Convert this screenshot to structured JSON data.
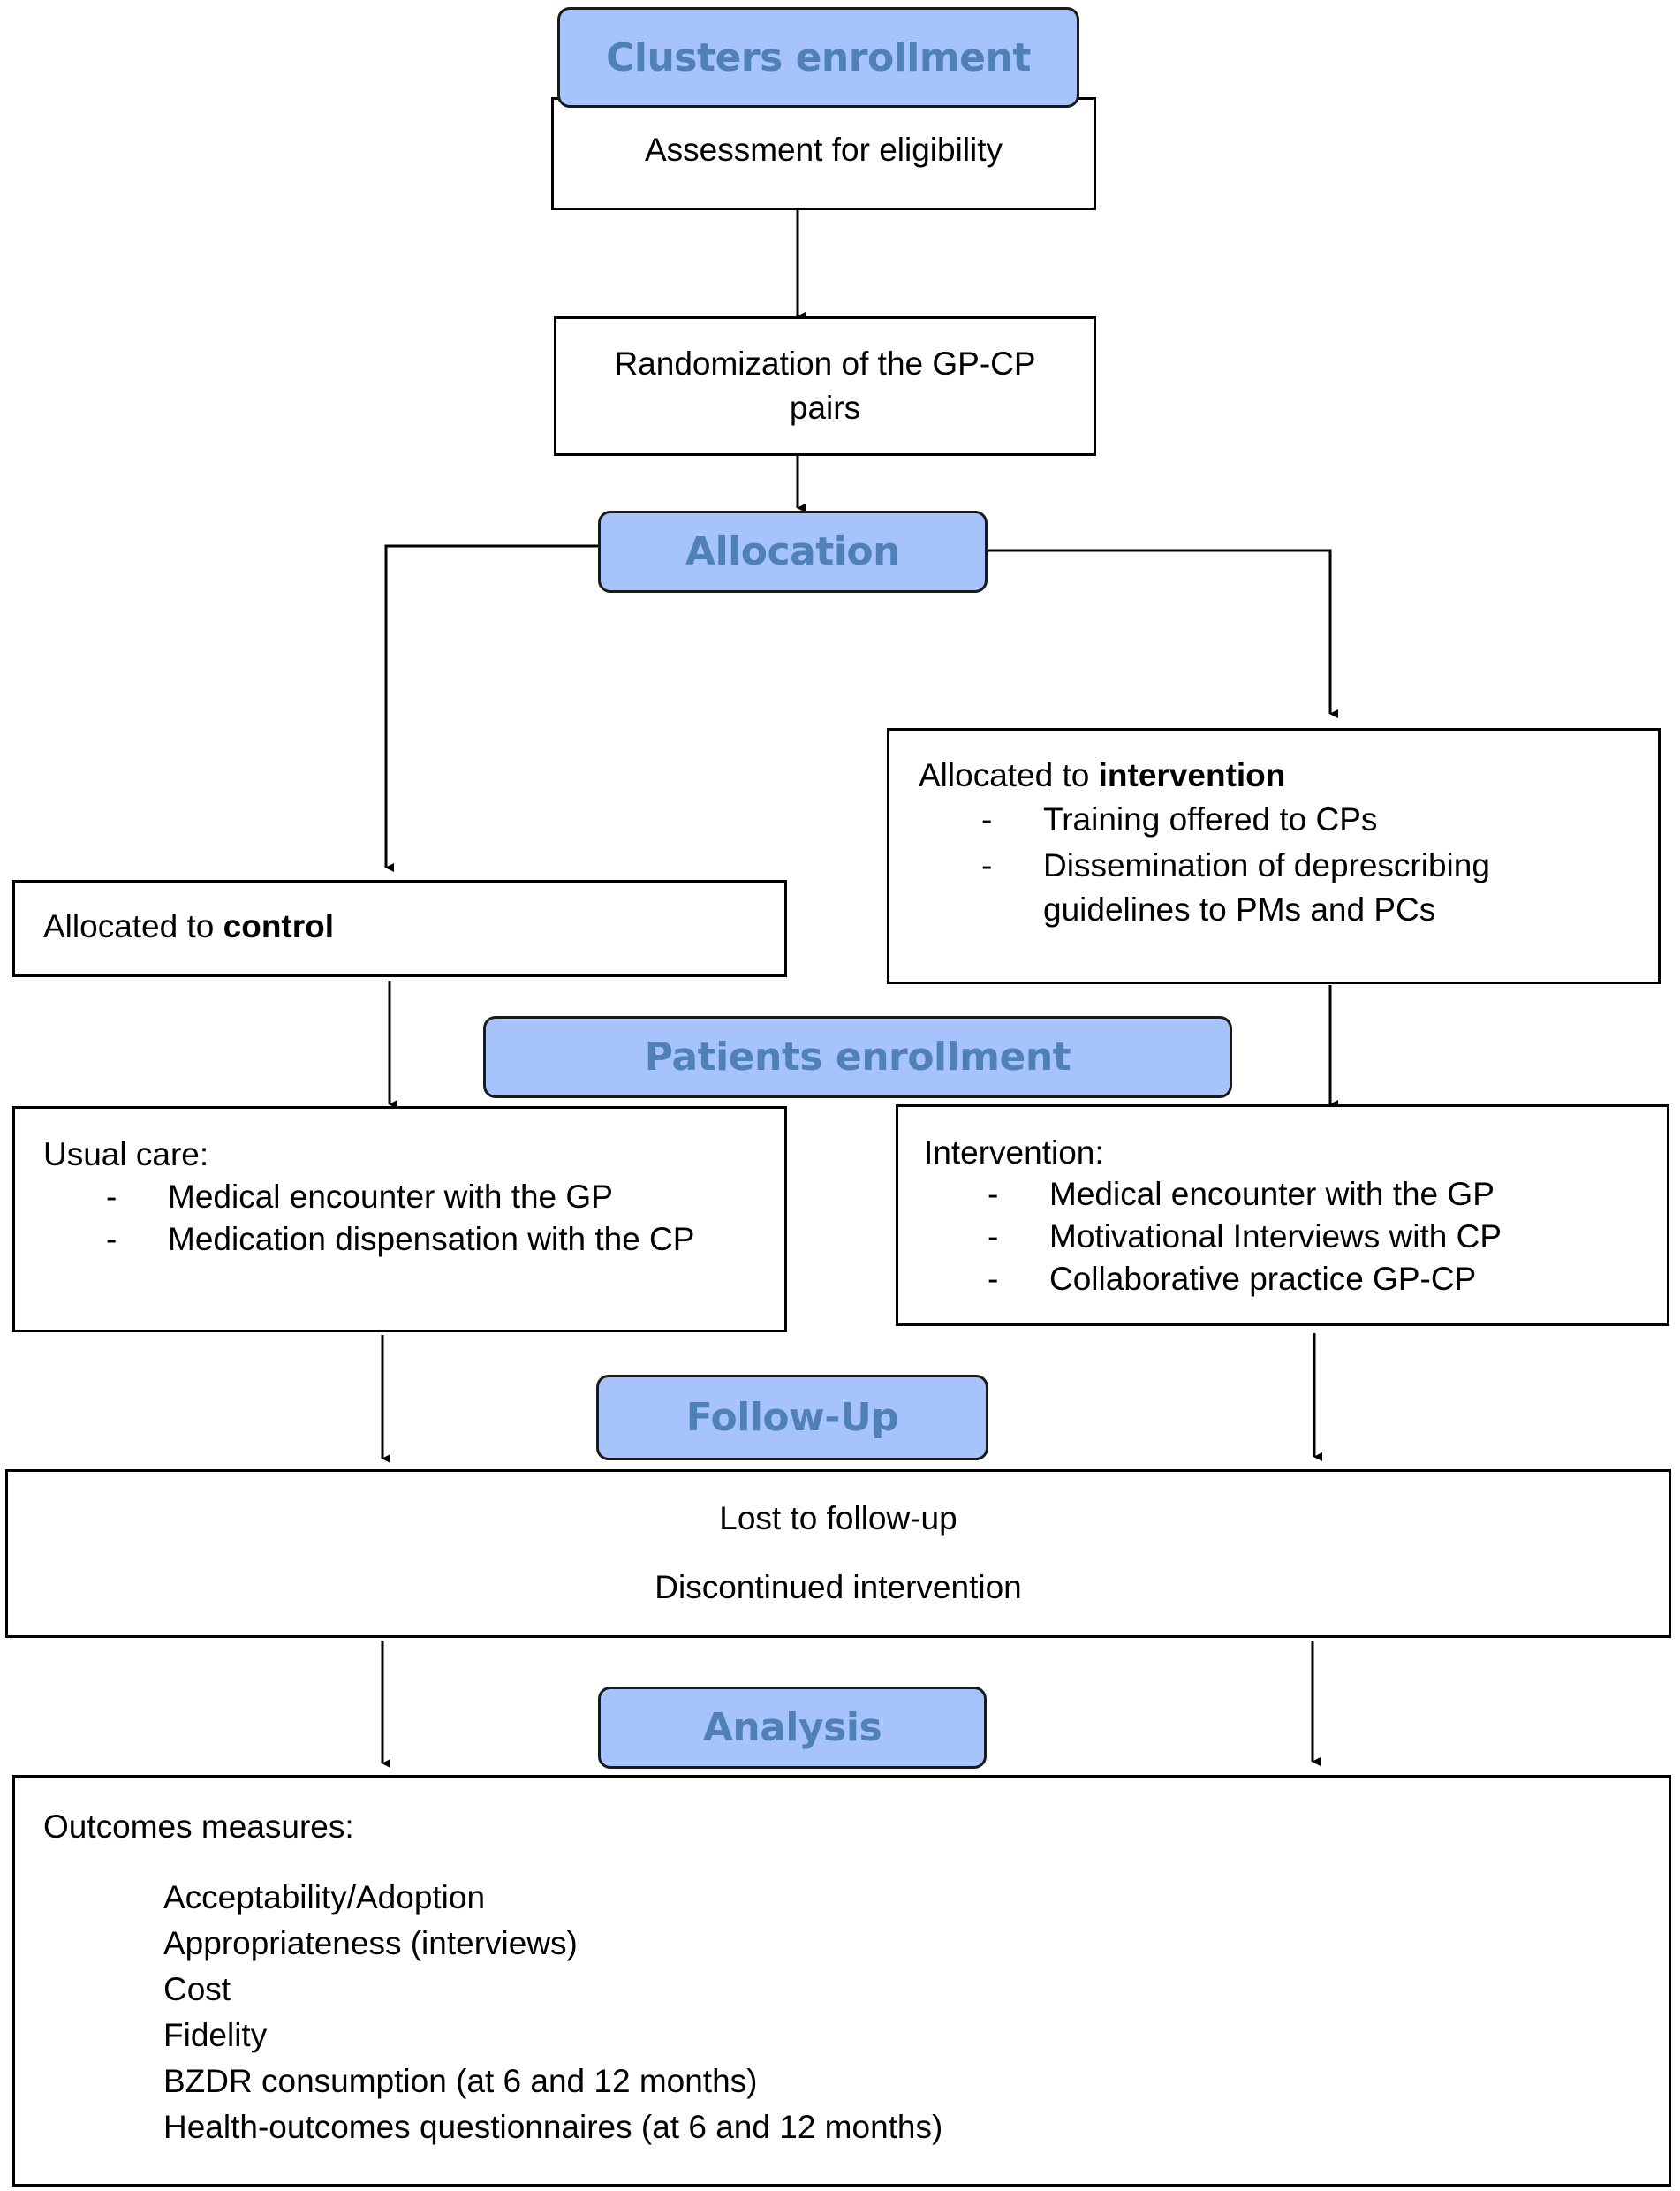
{
  "stages": {
    "clusters_enrollment": "Clusters enrollment",
    "allocation": "Allocation",
    "patients_enrollment": "Patients enrollment",
    "follow_up": "Follow-Up",
    "analysis": "Analysis"
  },
  "assessment": "Assessment for eligibility",
  "randomization": [
    "Randomization of the GP-CP",
    "pairs"
  ],
  "control": {
    "prefix": "Allocated to ",
    "bold": "control"
  },
  "intervention_alloc": {
    "prefix": "Allocated to ",
    "bold": "intervention",
    "items": [
      "Training offered to CPs",
      "Dissemination of deprescribing",
      "guidelines to PMs and PCs"
    ]
  },
  "usual_care": {
    "title": "Usual care:",
    "items": [
      "Medical encounter with the GP",
      "Medication dispensation with the CP"
    ]
  },
  "intervention": {
    "title": "Intervention:",
    "items": [
      "Medical encounter with the GP",
      "Motivational Interviews with CP",
      "Collaborative practice GP-CP"
    ]
  },
  "follow_up_box": [
    "Lost to follow-up",
    "Discontinued intervention"
  ],
  "outcomes": {
    "title": "Outcomes measures:",
    "items": [
      "Acceptability/Adoption",
      "Appropriateness (interviews)",
      "Cost",
      "Fidelity",
      "BZDR consumption (at 6 and 12 months)",
      "Health-outcomes questionnaires (at 6 and 12 months)"
    ]
  },
  "dash": "-"
}
